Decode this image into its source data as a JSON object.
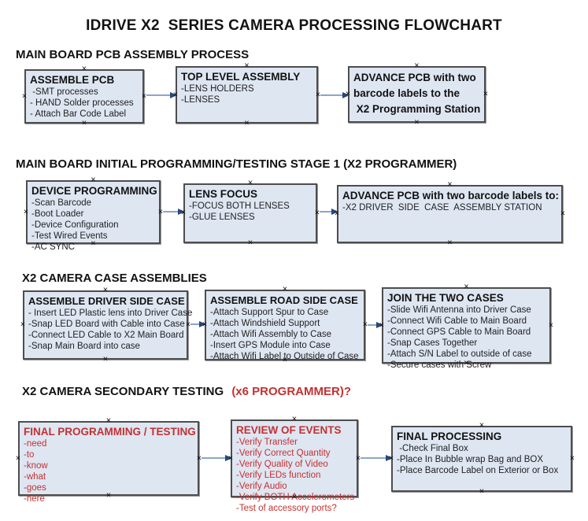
{
  "title": "IDRIVE X2  SERIES CAMERA PROCESSING FLOWCHART",
  "palette": {
    "box_fill": "#dee6f2",
    "box_border": "#4d4d4d",
    "heading_text": "#121212",
    "body_text": "#222222",
    "red_text": "#c43131",
    "arrow_line": "#8ba6c9",
    "arrow_head": "#26477d"
  },
  "sections": [
    {
      "heading": "MAIN BOARD PCB ASSEMBLY PROCESS",
      "boxes": [
        {
          "title": "ASSEMBLE PCB",
          "lines": [
            " -SMT processes",
            "- HAND Solder processes",
            "- Attach Bar Code Label"
          ]
        },
        {
          "title": "TOP LEVEL ASSEMBLY",
          "lines": [
            "-LENS HOLDERS",
            "-LENSES"
          ]
        },
        {
          "title_lines": [
            "ADVANCE PCB with two",
            "barcode labels to the",
            " X2 Programming Station"
          ]
        }
      ]
    },
    {
      "heading": "MAIN BOARD INITIAL PROGRAMMING/TESTING STAGE 1 (X2 PROGRAMMER)",
      "boxes": [
        {
          "title": "DEVICE PROGRAMMING",
          "lines": [
            "-Scan Barcode",
            "-Boot Loader",
            "-Device Configuration",
            "-Test Wired Events",
            "-AC SYNC"
          ]
        },
        {
          "title": "LENS FOCUS",
          "lines": [
            "-FOCUS BOTH LENSES",
            "-GLUE LENSES"
          ]
        },
        {
          "title": "ADVANCE PCB with two barcode labels to:",
          "lines": [
            "-X2 DRIVER  SIDE  CASE  ASSEMBLY STATION"
          ]
        }
      ]
    },
    {
      "heading": "X2 CAMERA CASE ASSEMBLIES",
      "boxes": [
        {
          "title": "ASSEMBLE DRIVER SIDE CASE",
          "lines": [
            "- Insert LED Plastic lens into Driver Case",
            "-Snap LED Board with Cable into Case",
            "-Connect LED Cable to X2 Main Board",
            "-Snap Main Board into case"
          ]
        },
        {
          "title": "ASSEMBLE ROAD SIDE CASE",
          "lines": [
            "-Attach Support Spur to Case",
            "-Attach Windshield Support",
            "-Attach Wifi Assembly to Case",
            "-Insert GPS Module into Case",
            "-Attach Wifi Label to Outside of Case"
          ]
        },
        {
          "title": "JOIN THE TWO CASES",
          "lines": [
            "-Slide Wifi Antenna into Driver Case",
            "-Connect Wifi Cable to Main Board",
            "-Connect GPS Cable to Main Board",
            "-Snap Cases Together",
            "-Attach S/N Label to outside of case",
            "-Secure cases with Screw"
          ]
        }
      ]
    },
    {
      "heading": "X2 CAMERA SECONDARY TESTING ",
      "heading_suffix": "(x6 PROGRAMMER)?",
      "boxes": [
        {
          "title": "FINAL PROGRAMMING / TESTING",
          "lines": [
            "-need",
            "-to",
            "-know",
            "-what",
            "-goes",
            "-here"
          ]
        },
        {
          "title": "REVIEW OF EVENTS",
          "lines": [
            "-Verify Transfer",
            "-Verify Correct Quantity",
            "-Verify Quality of Video",
            "-Verify LEDs function",
            "-Verify Audio",
            "-Verify BOTH Accelerometers",
            "-Test of accessory ports?"
          ]
        },
        {
          "title": "FINAL PROCESSING",
          "lines": [
            " -Check Final Box",
            "-Place In Bubble wrap Bag and BOX",
            "-Place Barcode Label on Exterior or Box"
          ]
        }
      ]
    }
  ]
}
